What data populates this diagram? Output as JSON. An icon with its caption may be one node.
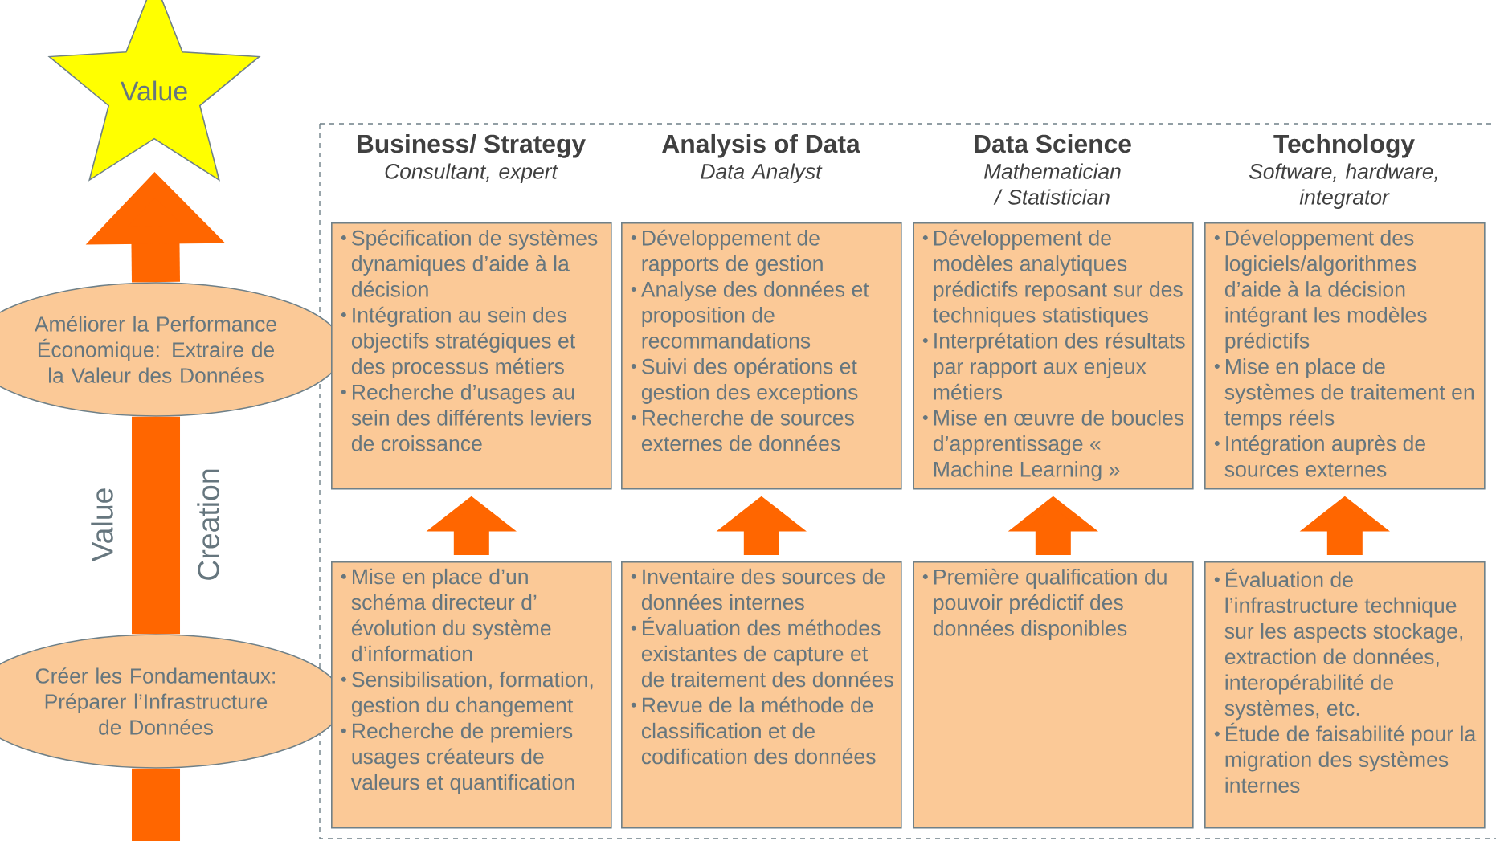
{
  "diagram": {
    "nodes": [
      {
        "text": [
          "Value"
        ]
      },
      {
        "text": [
          "Améliorer la Performance Économique: Extraire de la Valeur des Données"
        ]
      },
      {
        "text": [
          "Créer les Fondamentaux: Préparer l’Infrastructure de Données"
        ]
      },
      {
        "text": [
          "Business/ Strategy",
          "Consultant, expert",
          "Spécification de systèmes dynamiques d’aide à la décision",
          "Intégration au sein des objectifs stratégiques et des processus métiers",
          "Recherche d’usages au sein des différents leviers de croissance"
        ]
      },
      {
        "text": [
          "Analysis of Data",
          "Data Analyst",
          "Développement de rapports de gestion",
          "Analyse des données et proposition de recommandations",
          "Suivi des opérations et gestion des exceptions",
          "Recherche de sources externes de données"
        ]
      },
      {
        "text": [
          "Data Science",
          "Mathematician / Statistician",
          "Développement de modèles analytiques prédictifs reposant sur des techniques statistiques",
          "Interprétation des résultats par rapport aux enjeux métiers",
          "Mise en œuvre de boucles d’apprentissage « Machine Learning »"
        ]
      },
      {
        "text": [
          "Technology",
          "Software, hardware, integrator",
          "Développement des logiciels/algorithmes d’aide à la décision intégrant les modèles prédictifs",
          "Mise en place de systèmes de traitement en temps réels",
          "Intégration auprès de sources externes"
        ]
      },
      {
        "text": [
          "Mise en place d’un schéma directeur d’ évolution du système d’information",
          "Sensibilisation, formation, gestion du changement",
          "Recherche de premiers usages créateurs de valeurs et quantification"
        ]
      },
      {
        "text": [
          "Inventaire des sources de données internes",
          "Évaluation des méthodes existantes de capture et de traitement des données",
          "Revue de la méthode de classification et de codification des données"
        ]
      },
      {
        "text": [
          "Première qualification du pouvoir prédictif des données disponibles"
        ]
      },
      {
        "text": [
          "Évaluation de l’infrastructure technique sur les aspects stockage, extraction de données, interopérabilité de systèmes, etc.",
          "Étude de faisabilité pour la migration des systèmes internes"
        ]
      }
    ],
    "edges": [
      {
        "from": null,
        "to": 2,
        "arrow": "none"
      },
      {
        "from": 2,
        "to": 1,
        "arrow": "none"
      },
      {
        "from": 1,
        "to": 0,
        "arrow": "to"
      },
      {
        "from": 7,
        "to": 3,
        "arrow": "to"
      },
      {
        "from": 8,
        "to": 4,
        "arrow": "to"
      },
      {
        "from": 9,
        "to": 5,
        "arrow": "to"
      },
      {
        "from": 10,
        "to": 6,
        "arrow": "to"
      }
    ],
    "labels": [
      "Value",
      "Creation"
    ]
  }
}
